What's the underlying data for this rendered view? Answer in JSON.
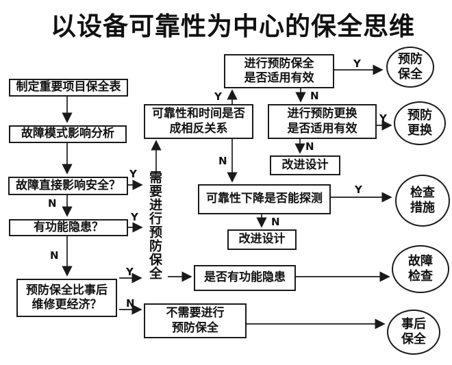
{
  "title": "以设备可靠性为中心的保全思维",
  "labels": {
    "yes": "Y",
    "no": "N"
  },
  "vertical_note": "需要进行预防保全",
  "boxes": [
    {
      "id": "plan-table",
      "text": "制定重要项目保全表"
    },
    {
      "id": "fmea",
      "text": "故障模式影响分析"
    },
    {
      "id": "safety-question",
      "text": "故障直接影响安全？"
    },
    {
      "id": "hidden-question",
      "text": "有功能隐患？"
    },
    {
      "id": "economic-question",
      "text": "预防保全比事后\n维修更经济？"
    },
    {
      "id": "pm-effective",
      "text": "进行预防保全\n是否适用有效"
    },
    {
      "id": "reliability-time",
      "text": "可靠性和时间是否\n成相反关系"
    },
    {
      "id": "pr-effective",
      "text": "进行预防更换\n是否适用有效"
    },
    {
      "id": "improve-design-1",
      "text": "改进设计"
    },
    {
      "id": "detect-question",
      "text": "可靠性下降是否能探测"
    },
    {
      "id": "improve-design-2",
      "text": "改进设计"
    },
    {
      "id": "functional-hidden",
      "text": "是否有功能隐患"
    },
    {
      "id": "no-pm-needed",
      "text": "不需要进行\n预防保全"
    }
  ],
  "terminals": [
    {
      "id": "preventive-maintenance",
      "text": "预防\n保全"
    },
    {
      "id": "preventive-replacement",
      "text": "预防\n更换"
    },
    {
      "id": "inspection-measures",
      "text": "检查\n措施"
    },
    {
      "id": "failure-inspection",
      "text": "故障\n检查"
    },
    {
      "id": "breakdown-maintenance",
      "text": "事后\n保全"
    }
  ]
}
